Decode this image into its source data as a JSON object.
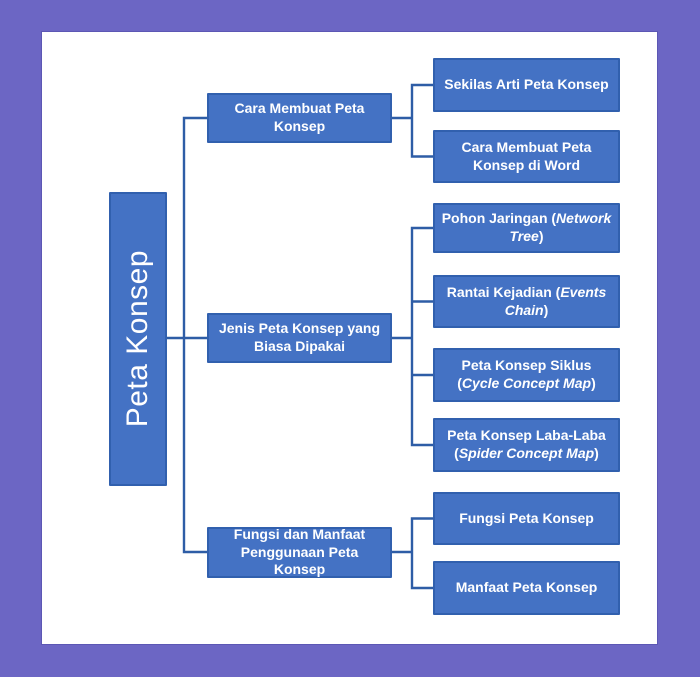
{
  "diagram": {
    "root_label": "Peta Konsep",
    "branches": [
      {
        "label": "Cara Membuat Peta Konsep",
        "leaves": [
          {
            "pre": "Sekilas Arti Peta Konsep",
            "italic": "",
            "post": ""
          },
          {
            "pre": "Cara Membuat Peta Konsep di Word",
            "italic": "",
            "post": ""
          }
        ]
      },
      {
        "label": "Jenis Peta Konsep yang Biasa Dipakai",
        "leaves": [
          {
            "pre": "Pohon Jaringan (",
            "italic": "Network Tree",
            "post": ")"
          },
          {
            "pre": "Rantai Kejadian (",
            "italic": "Events Chain",
            "post": ")"
          },
          {
            "pre": "Peta Konsep Siklus (",
            "italic": "Cycle Concept Map",
            "post": ")"
          },
          {
            "pre": "Peta Konsep Laba-Laba (",
            "italic": "Spider Concept Map",
            "post": ")"
          }
        ]
      },
      {
        "label": "Fungsi dan Manfaat Penggunaan Peta Konsep",
        "leaves": [
          {
            "pre": "Fungsi Peta Konsep",
            "italic": "",
            "post": ""
          },
          {
            "pre": "Manfaat Peta Konsep",
            "italic": "",
            "post": ""
          }
        ]
      }
    ],
    "colors": {
      "background": "#6C66C4",
      "panel": "#FFFFFF",
      "box_fill": "#4472C4",
      "box_border": "#3160AE",
      "connector": "#2E5DA6",
      "text": "#FFFFFF"
    }
  }
}
